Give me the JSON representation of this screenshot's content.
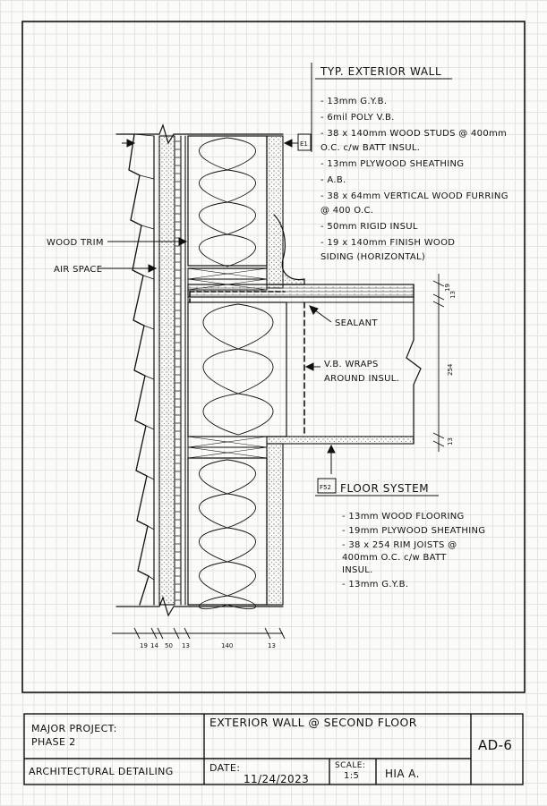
{
  "wall_spec": {
    "tag": "E1",
    "title": "TYP. EXTERIOR WALL",
    "items": [
      "- 13mm G.Y.B.",
      "- 6mil POLY V.B.",
      "- 38 x 140mm WOOD STUDS @ 400mm",
      "  O.C. c/w BATT INSUL.",
      "- 13mm PLYWOOD SHEATHING",
      "- A.B.",
      "- 38 x 64mm VERTICAL WOOD FURRING",
      "  @ 400 O.C.",
      "- 50mm RIGID INSUL",
      "- 19 x 140mm FINISH WOOD",
      "  SIDING (HORIZONTAL)"
    ]
  },
  "floor_spec": {
    "tag": "F52",
    "title": "FLOOR SYSTEM",
    "items": [
      "- 13mm WOOD FLOORING",
      "- 19mm PLYWOOD SHEATHING",
      "- 38 x 254 RIM JOISTS @",
      "  400mm O.C. c/w BATT",
      "  INSUL.",
      "- 13mm G.Y.B."
    ]
  },
  "labels": {
    "wood_trim": "WOOD TRIM",
    "air_space": "AIR SPACE",
    "sealant": "SEALANT",
    "vb_wraps_1": "V.B. WRAPS",
    "vb_wraps_2": "AROUND INSUL."
  },
  "dimensions": {
    "bottom": [
      "19",
      "14",
      "50",
      "13",
      "140",
      "13"
    ],
    "right": [
      "19",
      "13",
      "254",
      "13"
    ]
  },
  "title_block": {
    "project_1": "MAJOR PROJECT:",
    "project_2": "PHASE 2",
    "course": "ARCHITECTURAL DETAILING",
    "drawing_title": "EXTERIOR WALL @ SECOND FLOOR",
    "date_label": "DATE:",
    "date": "11/24/2023",
    "scale_label": "SCALE:",
    "scale": "1:5",
    "author": "HIA A.",
    "sheet": "AD-6"
  }
}
